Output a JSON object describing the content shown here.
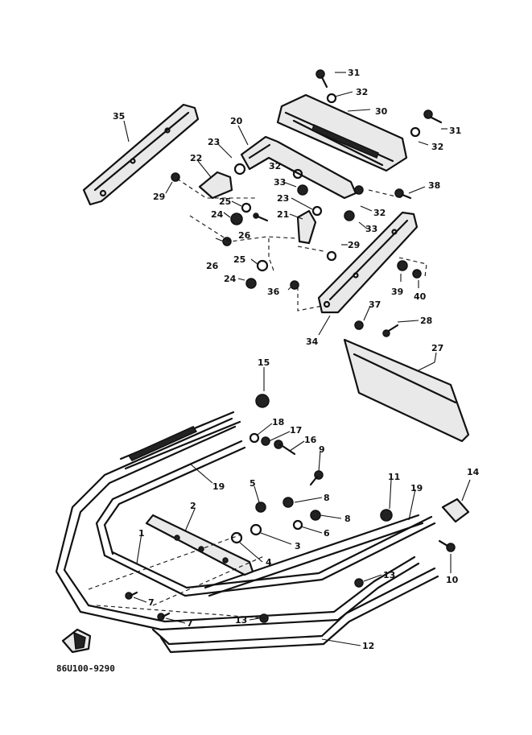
{
  "diagram_code": "86U100-9290",
  "callout_numbers": [
    "31",
    "32",
    "30",
    "35",
    "20",
    "31",
    "32",
    "23",
    "22",
    "32",
    "33",
    "38",
    "29",
    "25",
    "23",
    "24",
    "21",
    "32",
    "26",
    "33",
    "29",
    "26",
    "25",
    "24",
    "36",
    "39",
    "40",
    "37",
    "28",
    "34",
    "27",
    "15",
    "18",
    "17",
    "16",
    "9",
    "19",
    "5",
    "8",
    "11",
    "19",
    "14",
    "2",
    "8",
    "6",
    "1",
    "3",
    "4",
    "7",
    "10",
    "13",
    "7",
    "13",
    "12"
  ],
  "colors": {
    "ink": "#111111",
    "paper": "#ffffff",
    "shade": "#e9e9e9"
  }
}
